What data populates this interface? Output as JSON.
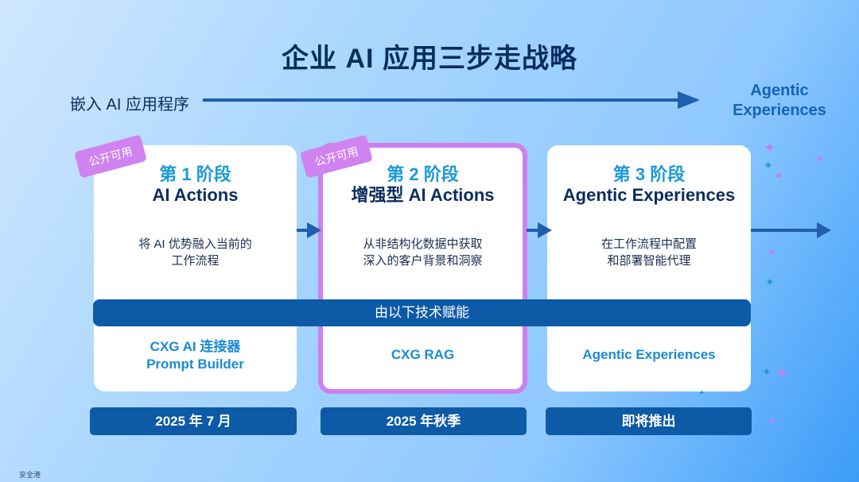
{
  "title": "企业 AI 应用三步走战略",
  "timeline": {
    "start_label": "嵌入 AI 应用程序",
    "end_label_line1": "Agentic",
    "end_label_line2": "Experiences"
  },
  "tag_label": "公开可用",
  "band_label": "由以下技术赋能",
  "stages": [
    {
      "stage": "第 1 阶段",
      "name": "AI Actions",
      "desc1": "将 AI 优势融入当前的",
      "desc2": "工作流程",
      "tech1": "CXG AI 连接器",
      "tech2": "Prompt Builder",
      "date": "2025 年 7 月"
    },
    {
      "stage": "第 2 阶段",
      "name": "增强型 AI Actions",
      "desc1": "从非结构化数据中获取",
      "desc2": "深入的客户背景和洞察",
      "tech1": "CXG RAG",
      "date": "2025 年秋季"
    },
    {
      "stage": "第 3 阶段",
      "name": "Agentic Experiences",
      "desc1": "在工作流程中配置",
      "desc2": "和部署智能代理",
      "tech1": "Agentic Experiences",
      "date": "即将推出"
    }
  ],
  "footer": "安全港",
  "colors": {
    "navy": "#0b2d5e",
    "blue": "#0d5aa7",
    "accent": "#1a9ad6",
    "purple": "#d083f0"
  }
}
